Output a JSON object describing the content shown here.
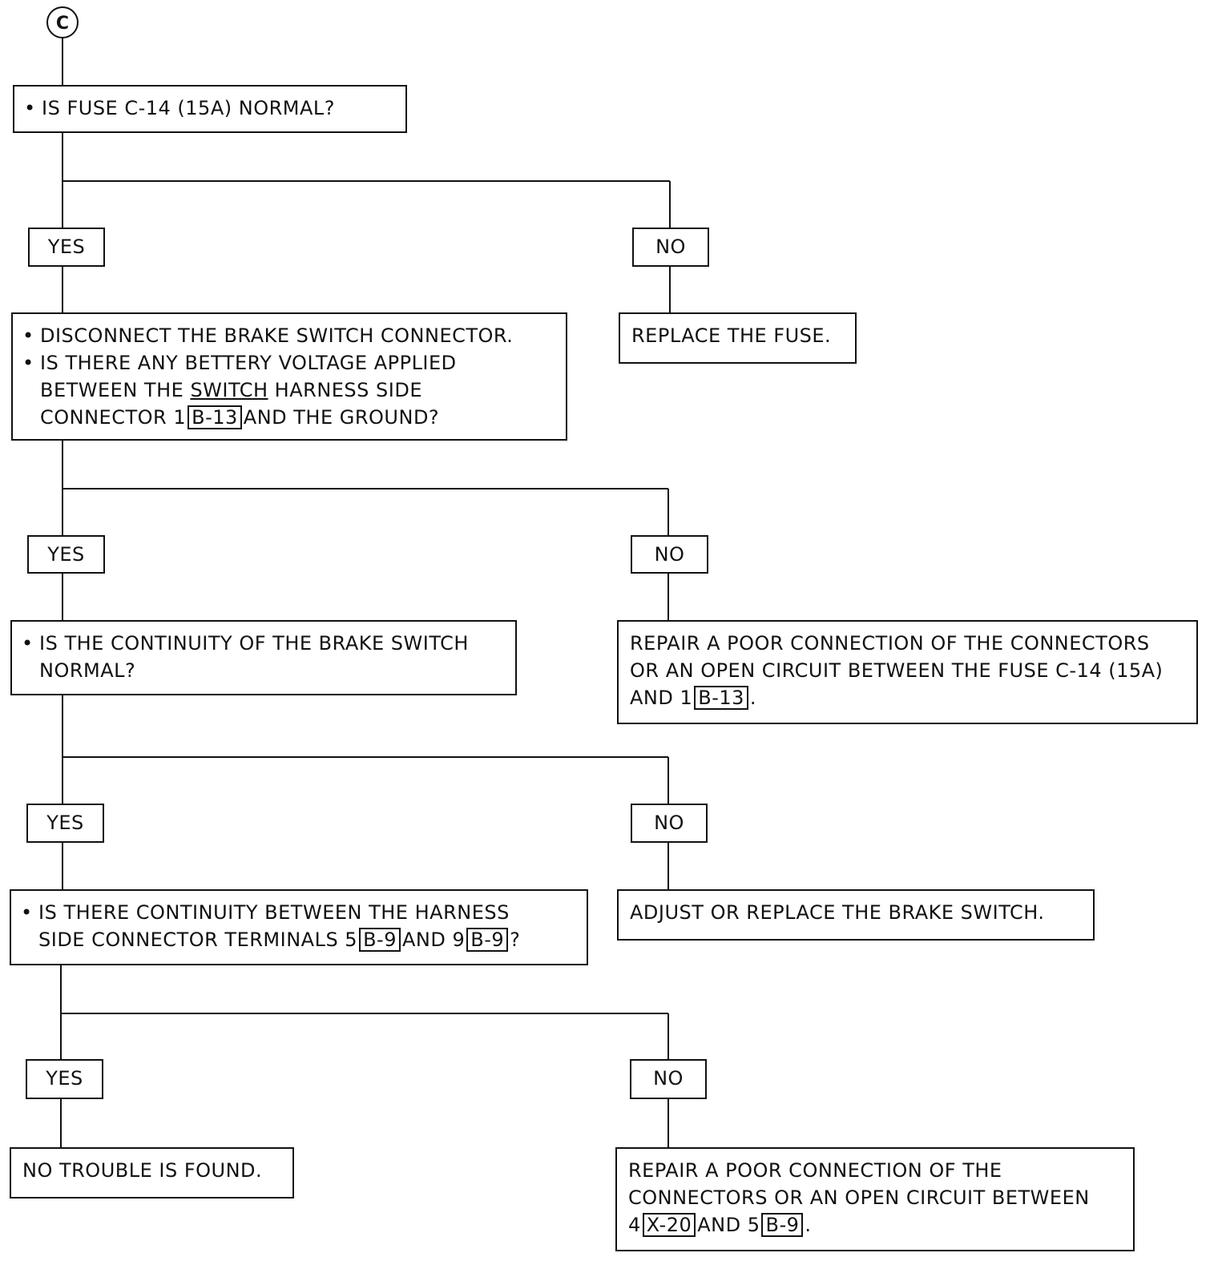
{
  "start_label": "C",
  "labels": {
    "yes": "YES",
    "no": "NO"
  },
  "q1": {
    "bullet": "•",
    "text": "IS FUSE C-14 (15A) NORMAL?"
  },
  "q1_no": {
    "text": "REPLACE THE FUSE."
  },
  "q2": {
    "bullet": "•",
    "line1": "DISCONNECT THE BRAKE SWITCH CONNECTOR.",
    "line2a": "IS THERE ANY BETTERY VOLTAGE APPLIED",
    "line2b_pre": "BETWEEN THE ",
    "line2b_underlined": "SWITCH",
    "line2b_post": " HARNESS SIDE",
    "line2c_pre": "CONNECTOR 1",
    "line2c_ref": "B-13",
    "line2c_post": "AND THE GROUND?"
  },
  "q2_no": {
    "line1": "REPAIR A POOR CONNECTION OF THE CONNECTORS",
    "line2": "OR AN OPEN CIRCUIT BETWEEN THE FUSE C-14 (15A)",
    "line3_pre": "AND 1",
    "line3_ref": "B-13",
    "line3_post": "."
  },
  "q3": {
    "bullet": "•",
    "line1": "IS THE CONTINUITY OF THE BRAKE SWITCH",
    "line2": "NORMAL?"
  },
  "q3_no": {
    "text": "ADJUST OR REPLACE THE BRAKE SWITCH."
  },
  "q4": {
    "bullet": "•",
    "line1": "IS THERE CONTINUITY BETWEEN THE HARNESS",
    "line2_pre": "SIDE CONNECTOR TERMINALS  5",
    "ref1": "B-9",
    "mid": "AND 9",
    "ref2": "B-9",
    "end": "?"
  },
  "q4_yes": {
    "text": "NO TROUBLE IS FOUND."
  },
  "q4_no": {
    "line1": "REPAIR A POOR CONNECTION OF THE",
    "line2": "CONNECTORS OR AN OPEN CIRCUIT BETWEEN",
    "line3_pre": "4",
    "line3_ref1": "X-20",
    "line3_mid": "AND 5",
    "line3_ref2": "B-9",
    "line3_post": "."
  }
}
